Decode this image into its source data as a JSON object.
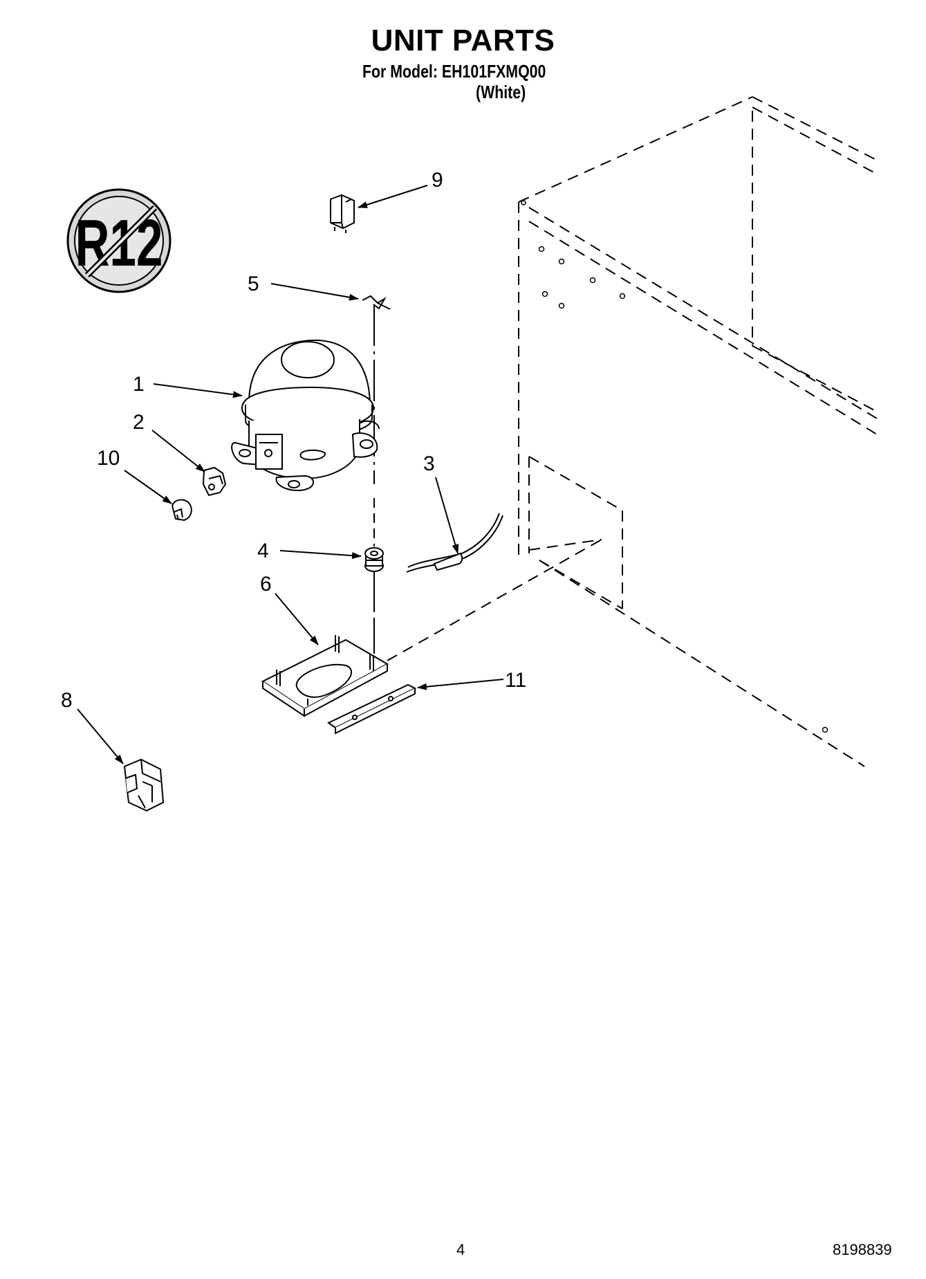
{
  "header": {
    "title": "UNIT PARTS",
    "model_line": "For Model: EH101FXMQ00",
    "variant": "(White)"
  },
  "badge": {
    "text": "R12"
  },
  "callouts": [
    {
      "id": "c1",
      "label": "1"
    },
    {
      "id": "c2",
      "label": "2"
    },
    {
      "id": "c3",
      "label": "3"
    },
    {
      "id": "c4",
      "label": "4"
    },
    {
      "id": "c5",
      "label": "5"
    },
    {
      "id": "c6",
      "label": "6"
    },
    {
      "id": "c8",
      "label": "8"
    },
    {
      "id": "c9",
      "label": "9"
    },
    {
      "id": "c10",
      "label": "10"
    },
    {
      "id": "c11",
      "label": "11"
    }
  ],
  "footer": {
    "page_number": "4",
    "doc_number": "8198839"
  },
  "colors": {
    "ink": "#000000",
    "paper": "#ffffff",
    "badge_fill": "#d0d0d0"
  }
}
